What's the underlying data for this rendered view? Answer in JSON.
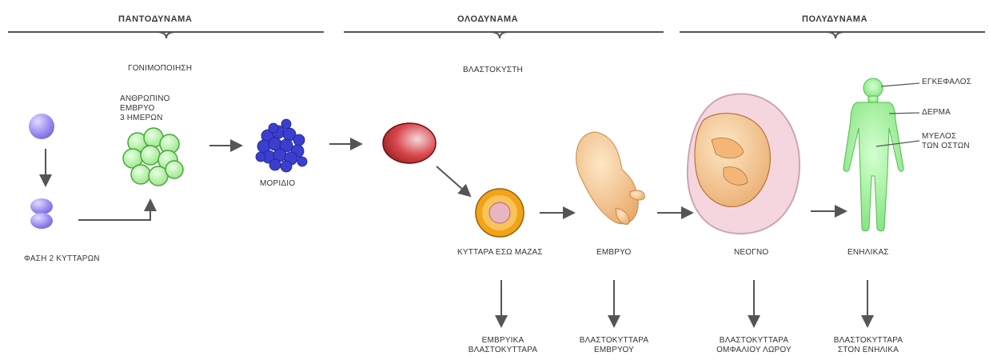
{
  "headers": {
    "totipotent": "ΠΑΝΤΟΔΥΝΑΜΑ",
    "pluripotent": "ΟΛΟΔΥΝΑΜΑ",
    "multipotent": "ΠΟΛΥΔΥΝΑΜΑ"
  },
  "stages": {
    "fertilization": "ΓΟΝΙΜΟΠΟΙΗΣΗ",
    "blastocyst": "ΒΛΑΣΤΟΚΥΣΤΗ",
    "embryo_3_days": "ΑΝΘΡΩΠΙΝΟ\nΕΜΒΡΥΟ\n3 ΗΜΕΡΩΝ",
    "two_cell_phase": "ΦΑΣΗ 2 ΚΥΤΤΑΡΩΝ",
    "morula": "ΜΟΡΙΔΙΟ",
    "inner_cell_mass": "ΚΥΤΤΑΡΑ ΕΣΩ ΜΑΖΑΣ",
    "embryo": "ΕΜΒΡΥΟ",
    "newborn": "ΝΕΟΓΝΟ",
    "adult": "ΕΝΗΛΙΚΑΣ"
  },
  "adult_parts": {
    "brain": "ΕΓΚΕΦΑΛΟΣ",
    "skin": "ΔΕΡΜΑ",
    "bone_marrow": "ΜΥΕΛΟΣ\nΤΩΝ ΟΣΤΩΝ"
  },
  "stem_cells": {
    "embryonic": "ΕΜΒΡΥΙΚΑ\nΒΛΑΣΤΟΚΥΤΤΑΡΑ",
    "fetal": "ΒΛΑΣΤΟΚΥΤΤΑΡΑ\nΕΜΒΡΥΟΥ",
    "umbilical": "ΒΛΑΣΤΟΚΥΤΤΑΡΑ\nΟΜΦΑΛΙΟΥ ΛΩΡΟΥ",
    "adult": "ΒΛΑΣΤΟΚΥΤΤΑΡΑ\nΣΤΟΝ ΕΝΗΛΙΚΑ"
  },
  "colors": {
    "line": "#555555",
    "egg": "#9a8df0",
    "morula_cells": "#7fe06a",
    "blue_cluster": "#3b3fd0",
    "blastocyst_red": "#c8282e",
    "icm_orange": "#f2a31a",
    "embryo_skin": "#f6c98f",
    "womb_pink": "#f6d6de",
    "adult_green": "#8ff08a"
  }
}
